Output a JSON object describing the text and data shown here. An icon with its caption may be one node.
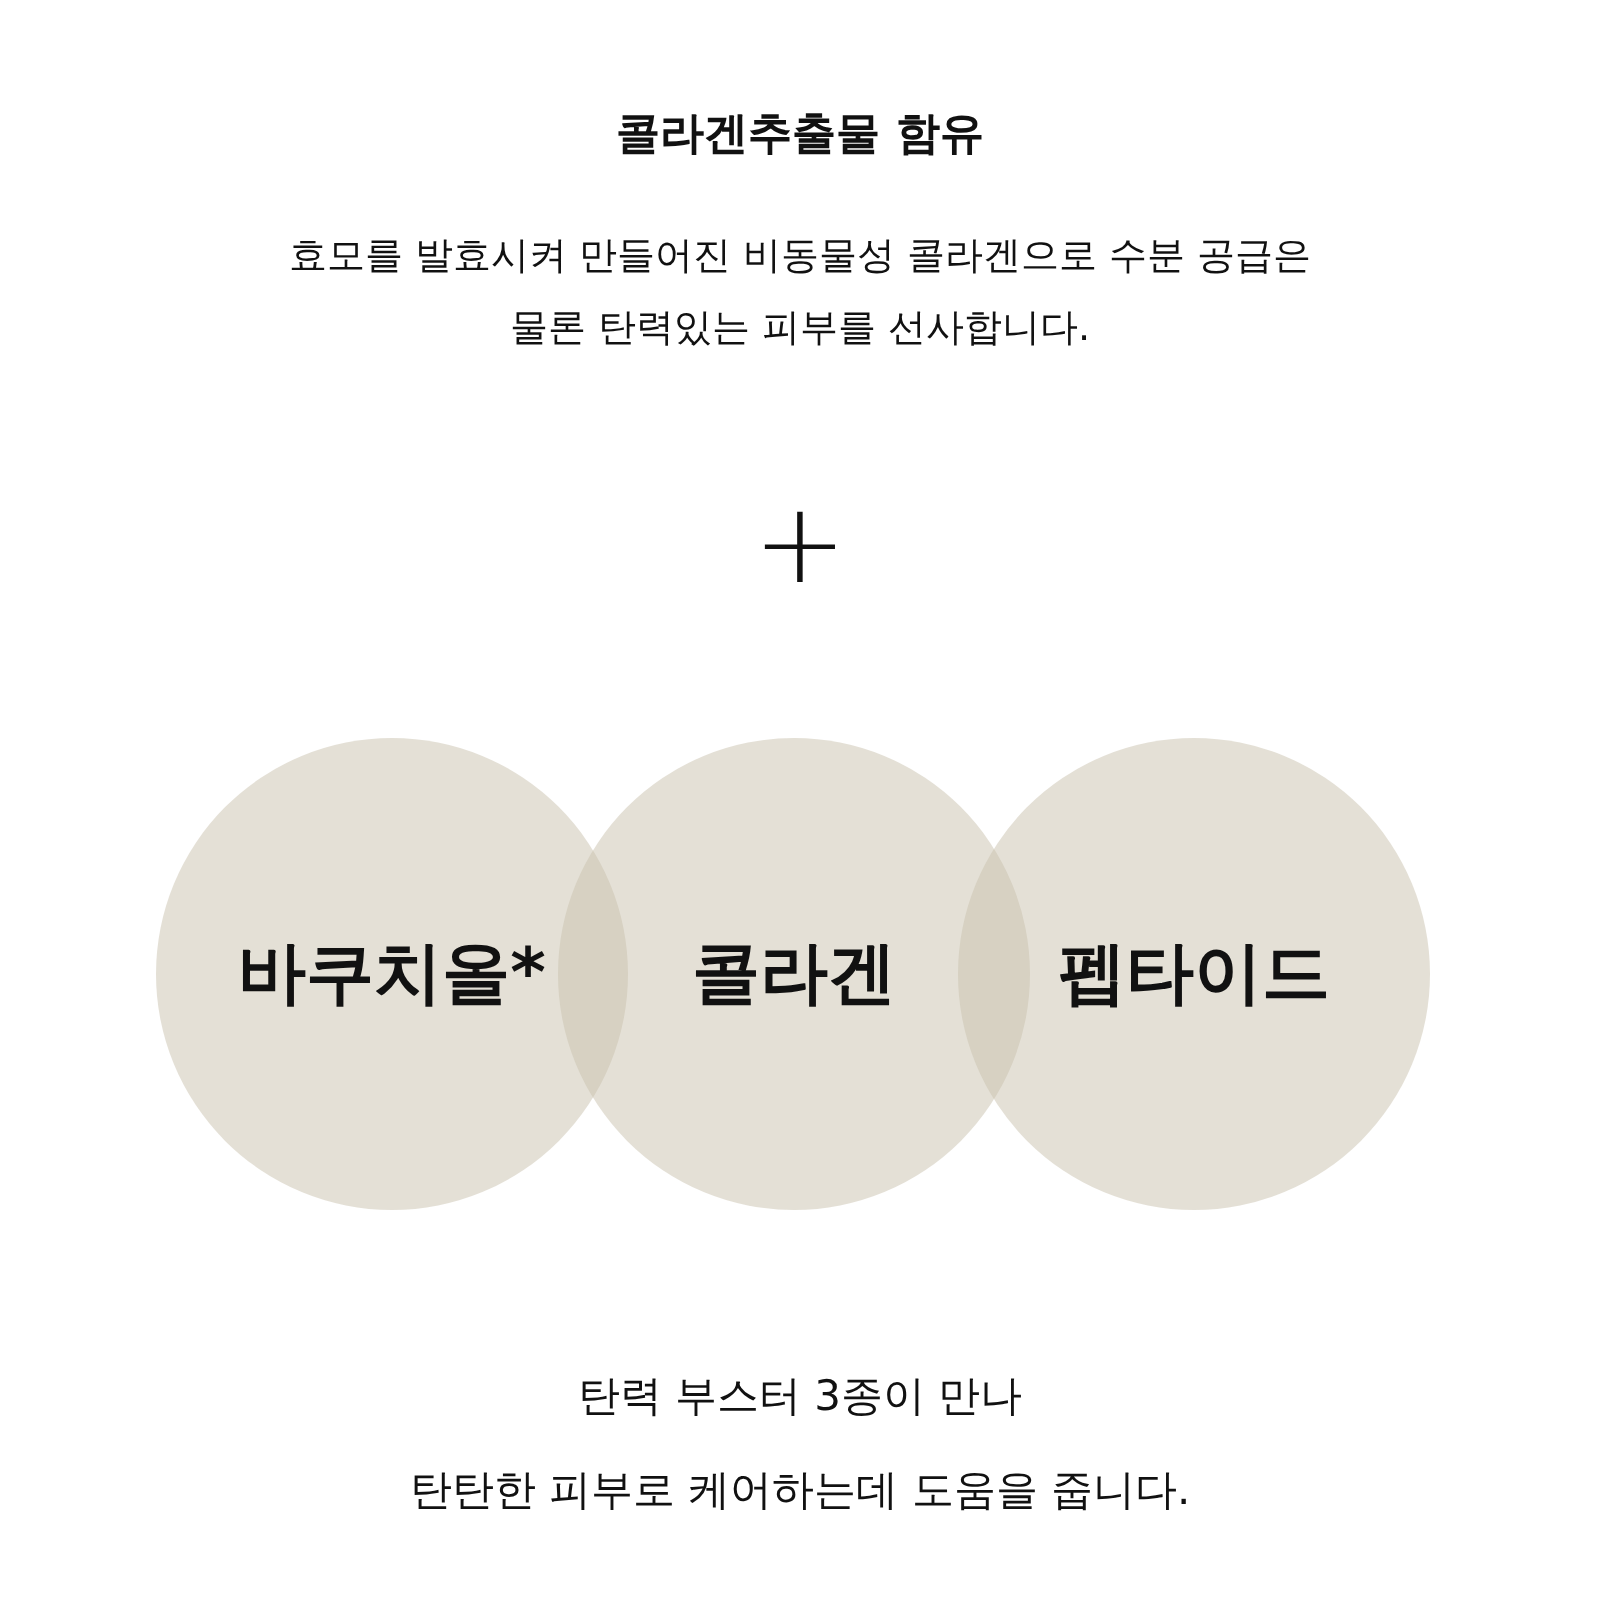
{
  "diagram": {
    "title": "콜라겐추출물 함유",
    "nodes": [
      {
        "text": [
          "바쿠치올*"
        ]
      },
      {
        "text": [
          "콜라겐"
        ]
      },
      {
        "text": [
          "펩타이드"
        ]
      }
    ],
    "labels": [
      "효모를 발효시켜 만들어진 비동물성 콜라겐으로 수분 공급은 물론 탄력있는 피부를 선사합니다.",
      "+",
      "탄력 부스터 3종이 만나",
      "탄탄한 피부로 케어하는데 도움을 줍니다."
    ]
  }
}
